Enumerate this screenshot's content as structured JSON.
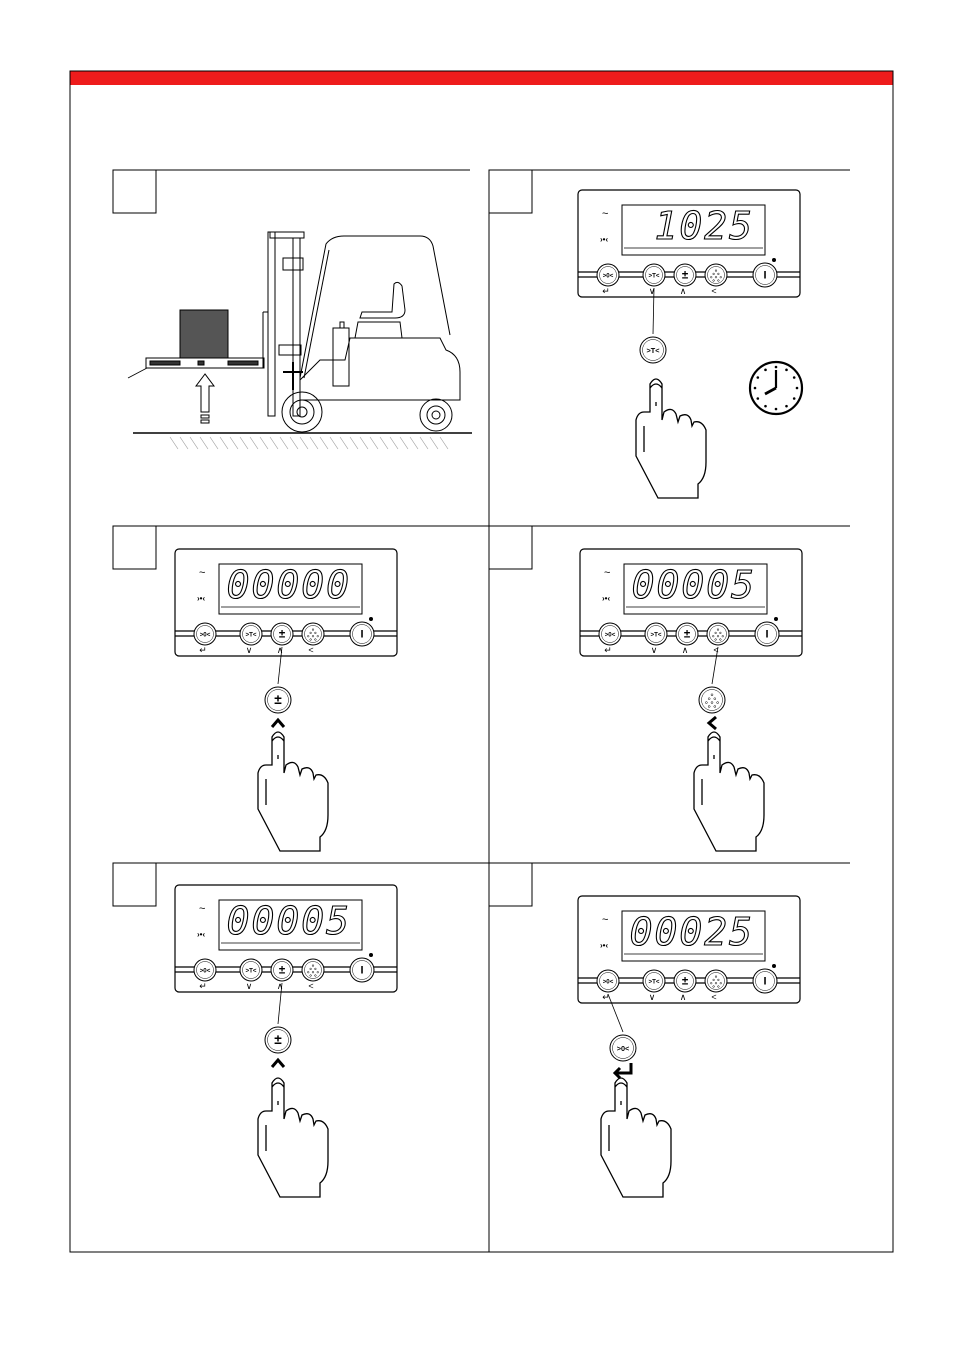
{
  "header_bar": {
    "color": "#ee1c1c"
  },
  "steps": [
    {
      "id": "1",
      "label": "",
      "image": "forklift-lifting-pallet"
    },
    {
      "id": "2",
      "label": "",
      "display_value": "1025",
      "pressed_key": "tare-key",
      "pressed_arrow": "",
      "extra": "clock-icon"
    },
    {
      "id": "3",
      "label": "",
      "display_value": "00000",
      "pressed_key": "plus-minus-key",
      "pressed_arrow": "^"
    },
    {
      "id": "4",
      "label": "",
      "display_value": "00005",
      "pressed_key": "print-key",
      "pressed_arrow": "<"
    },
    {
      "id": "5",
      "label": "",
      "display_value": "00005",
      "pressed_key": "plus-minus-key",
      "pressed_arrow": "^"
    },
    {
      "id": "6",
      "label": "",
      "display_value": "00025",
      "pressed_key": "zero-key",
      "pressed_arrow": "enter"
    }
  ],
  "indicator": {
    "keys": [
      "zero-key",
      "tare-key",
      "plus-minus-key",
      "print-key",
      "power-key"
    ],
    "key_glyphs": {
      "zero": ">0<",
      "tare": ">T<",
      "plusminus": "±",
      "power": "I"
    },
    "sub_glyphs": [
      "↵",
      "∨",
      "∧",
      "<"
    ]
  }
}
